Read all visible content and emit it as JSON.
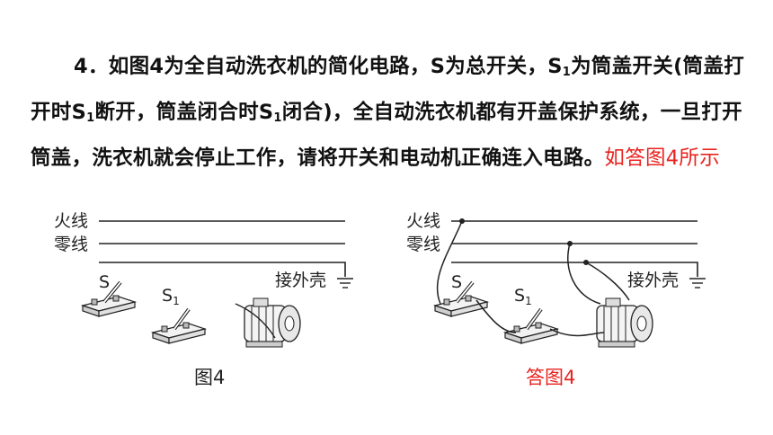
{
  "question": {
    "number": "4．",
    "parts": [
      "如图4为全自动洗衣机的简化电路，S为总开关，S",
      "1",
      "为筒盖开关(筒盖打开时S",
      "1",
      "断开，筒盖闭合时S",
      "1",
      "闭合)，全自动洗衣机都有开盖保护系统，一旦打开筒盖，洗衣机就会停止工作，请将开关和电动机正确连入电路。"
    ],
    "answer": "如答图4所示"
  },
  "figure_left": {
    "live_label": "火线",
    "neutral_label": "零线",
    "switch_s_label": "S",
    "switch_s1_label": "S",
    "switch_s1_sub": "1",
    "ground_label": "接外壳",
    "caption": "图4"
  },
  "figure_right": {
    "live_label": "火线",
    "neutral_label": "零线",
    "switch_s_label": "S",
    "switch_s1_label": "S",
    "switch_s1_sub": "1",
    "ground_label": "接外壳",
    "caption": "答图4"
  },
  "colors": {
    "answer": "#e8231f",
    "ink": "#222222"
  }
}
